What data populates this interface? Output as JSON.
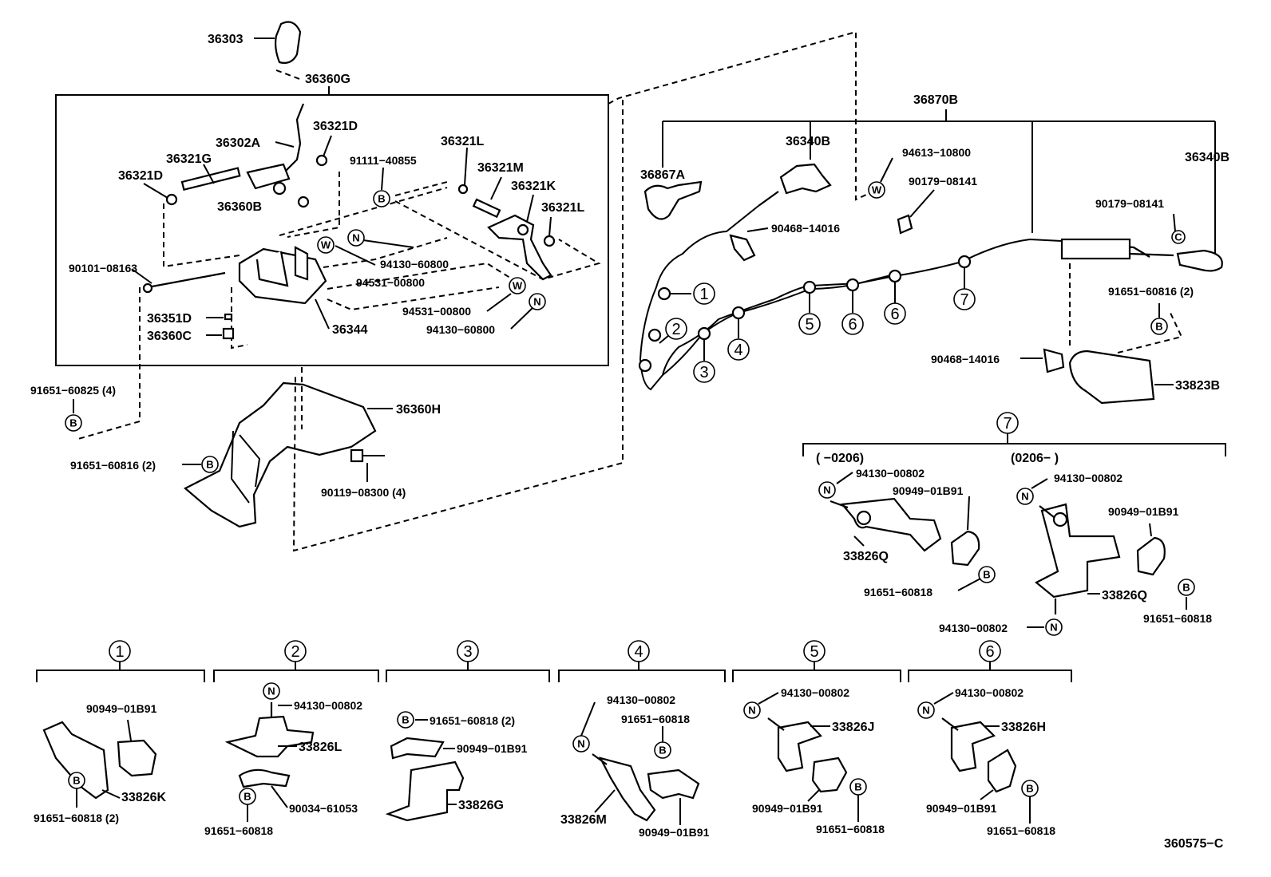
{
  "diagram_id": "360575−C",
  "labels": {
    "p36303": "36303",
    "p36360G": "36360G",
    "p36321D_a": "36321D",
    "p36302A": "36302A",
    "p36321G": "36321G",
    "p36321D_b": "36321D",
    "p91111_40855": "91111−40855",
    "p36321L_a": "36321L",
    "p36321M": "36321M",
    "p36321K": "36321K",
    "p36321L_b": "36321L",
    "p36360B": "36360B",
    "p90101_08163": "90101−08163",
    "p94130_60800_a": "94130−60800",
    "p94531_00800_a": "94531−00800",
    "p94531_00800_b": "94531−00800",
    "p94130_60800_b": "94130−60800",
    "p36351D": "36351D",
    "p36360C": "36360C",
    "p36344": "36344",
    "p91651_60825": "91651−60825 (4)",
    "p36360H": "36360H",
    "p91651_60816_2": "91651−60816 (2)",
    "p90119_08300": "90119−08300 (4)",
    "p36870B": "36870B",
    "p36340B_a": "36340B",
    "p36867A": "36867A",
    "p94613_10800": "94613−10800",
    "p90179_08141_a": "90179−08141",
    "p36340B_b": "36340B",
    "p90179_08141_b": "90179−08141",
    "p90468_14016_a": "90468−14016",
    "p91651_60816_r": "91651−60816 (2)",
    "p90468_14016_b": "90468−14016",
    "p33823B": "33823B",
    "g7_left_range": "(   −0206)",
    "g7_right_range": "(0206−   )",
    "g7_94130_a": "94130−00802",
    "g7_90949_a": "90949−01B91",
    "g7_33826Q_a": "33826Q",
    "g7_91651_a": "91651−60818",
    "g7_94130_b": "94130−00802",
    "g7_90949_b": "90949−01B91",
    "g7_33826Q_b": "33826Q",
    "g7_94130_c": "94130−00802",
    "g7_91651_b": "91651−60818",
    "g1_90949": "90949−01B91",
    "g1_33826K": "33826K",
    "g1_91651": "91651−60818 (2)",
    "g2_94130": "94130−00802",
    "g2_33826L": "33826L",
    "g2_90034": "90034−61053",
    "g2_91651": "91651−60818",
    "g3_91651": "91651−60818 (2)",
    "g3_90949": "90949−01B91",
    "g3_33826G": "33826G",
    "g4_94130": "94130−00802",
    "g4_91651": "91651−60818",
    "g4_33826M": "33826M",
    "g4_90949": "90949−01B91",
    "g5_94130": "94130−00802",
    "g5_33826J": "33826J",
    "g5_90949": "90949−01B91",
    "g5_91651": "91651−60818",
    "g6_94130": "94130−00802",
    "g6_33826H": "33826H",
    "g6_90949": "90949−01B91",
    "g6_91651": "91651−60818"
  },
  "symbols": {
    "B": "B",
    "W": "W",
    "N": "N",
    "C": "C"
  },
  "numbers": {
    "n1": "1",
    "n2": "2",
    "n3": "3",
    "n4": "4",
    "n5": "5",
    "n6": "6",
    "n7": "7"
  }
}
